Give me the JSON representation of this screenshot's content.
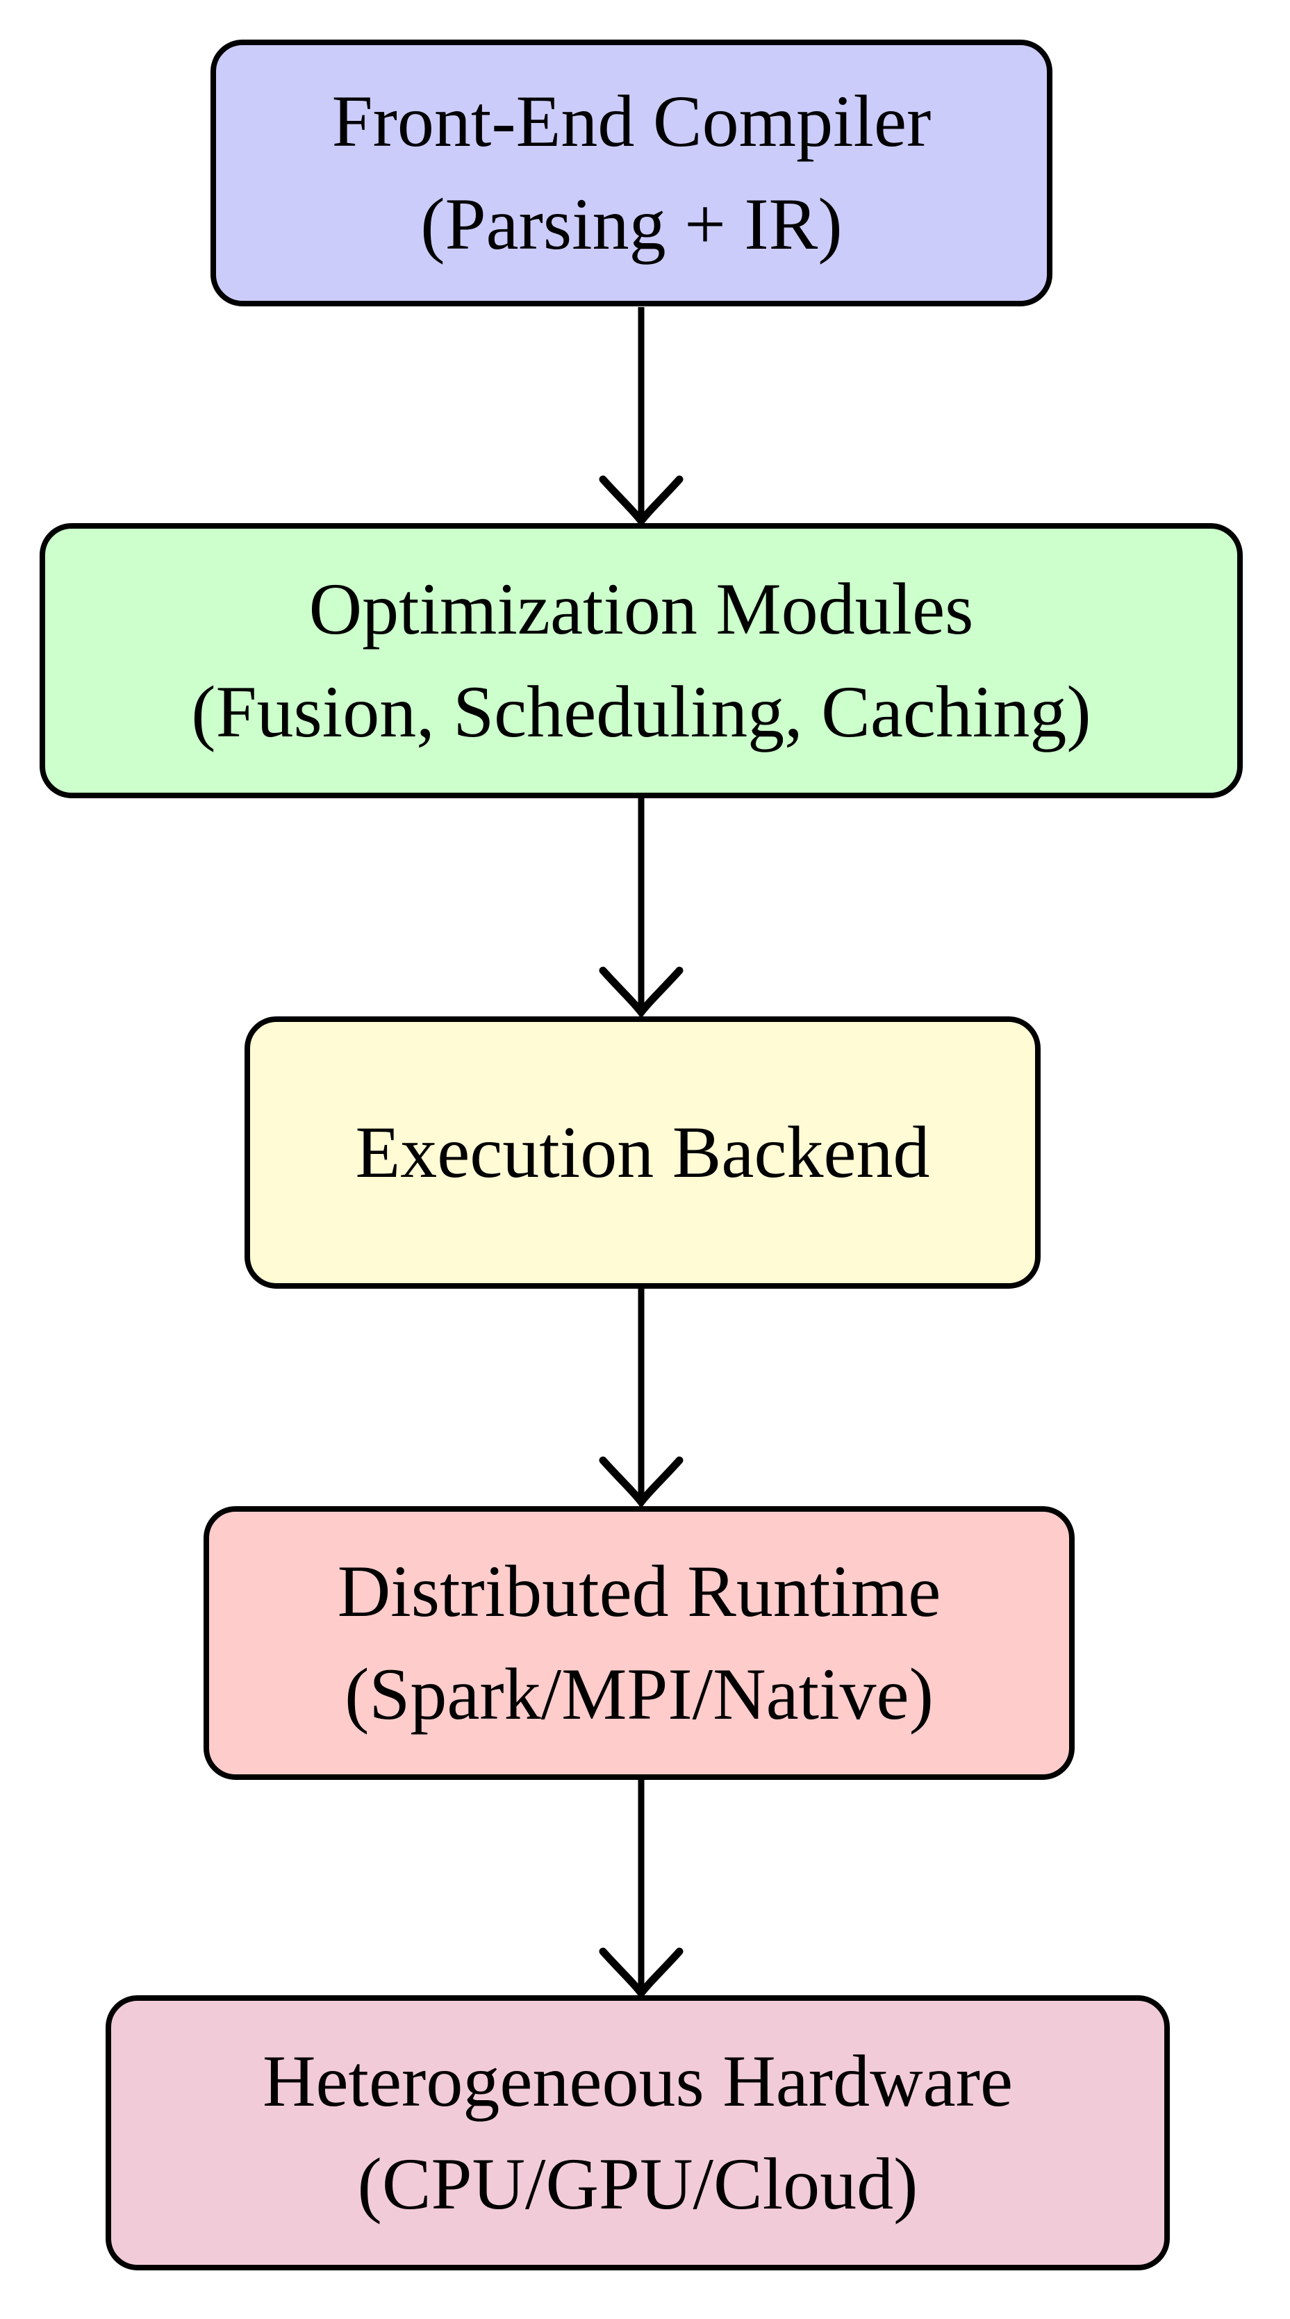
{
  "diagram": {
    "type": "flowchart",
    "direction": "top-down",
    "colors": {
      "background": "#FFFFFF",
      "node_border": "#000000",
      "arrow": "#000000",
      "node_fills": [
        "#CCCCFA",
        "#CCFFCC",
        "#FFFBD5",
        "#FFCCCC",
        "#F2CBD9"
      ]
    },
    "nodes": [
      {
        "name": "front-end-compiler",
        "line1": "Front-End Compiler",
        "line2": "(Parsing + IR)",
        "fill": "#CCCCFA"
      },
      {
        "name": "optimization-modules",
        "line1": "Optimization Modules",
        "line2": "(Fusion, Scheduling, Caching)",
        "fill": "#CCFFCC"
      },
      {
        "name": "execution-backend",
        "line1": "Execution Backend",
        "fill": "#FFFBD5"
      },
      {
        "name": "distributed-runtime",
        "line1": "Distributed Runtime",
        "line2": "(Spark/MPI/Native)",
        "fill": "#FFCCCC"
      },
      {
        "name": "heterogeneous-hardware",
        "line1": "Heterogeneous Hardware",
        "line2": "(CPU/GPU/Cloud)",
        "fill": "#F2CBD9"
      }
    ],
    "edges": [
      {
        "from": "front-end-compiler",
        "to": "optimization-modules"
      },
      {
        "from": "optimization-modules",
        "to": "execution-backend"
      },
      {
        "from": "execution-backend",
        "to": "distributed-runtime"
      },
      {
        "from": "distributed-runtime",
        "to": "heterogeneous-hardware"
      }
    ]
  }
}
